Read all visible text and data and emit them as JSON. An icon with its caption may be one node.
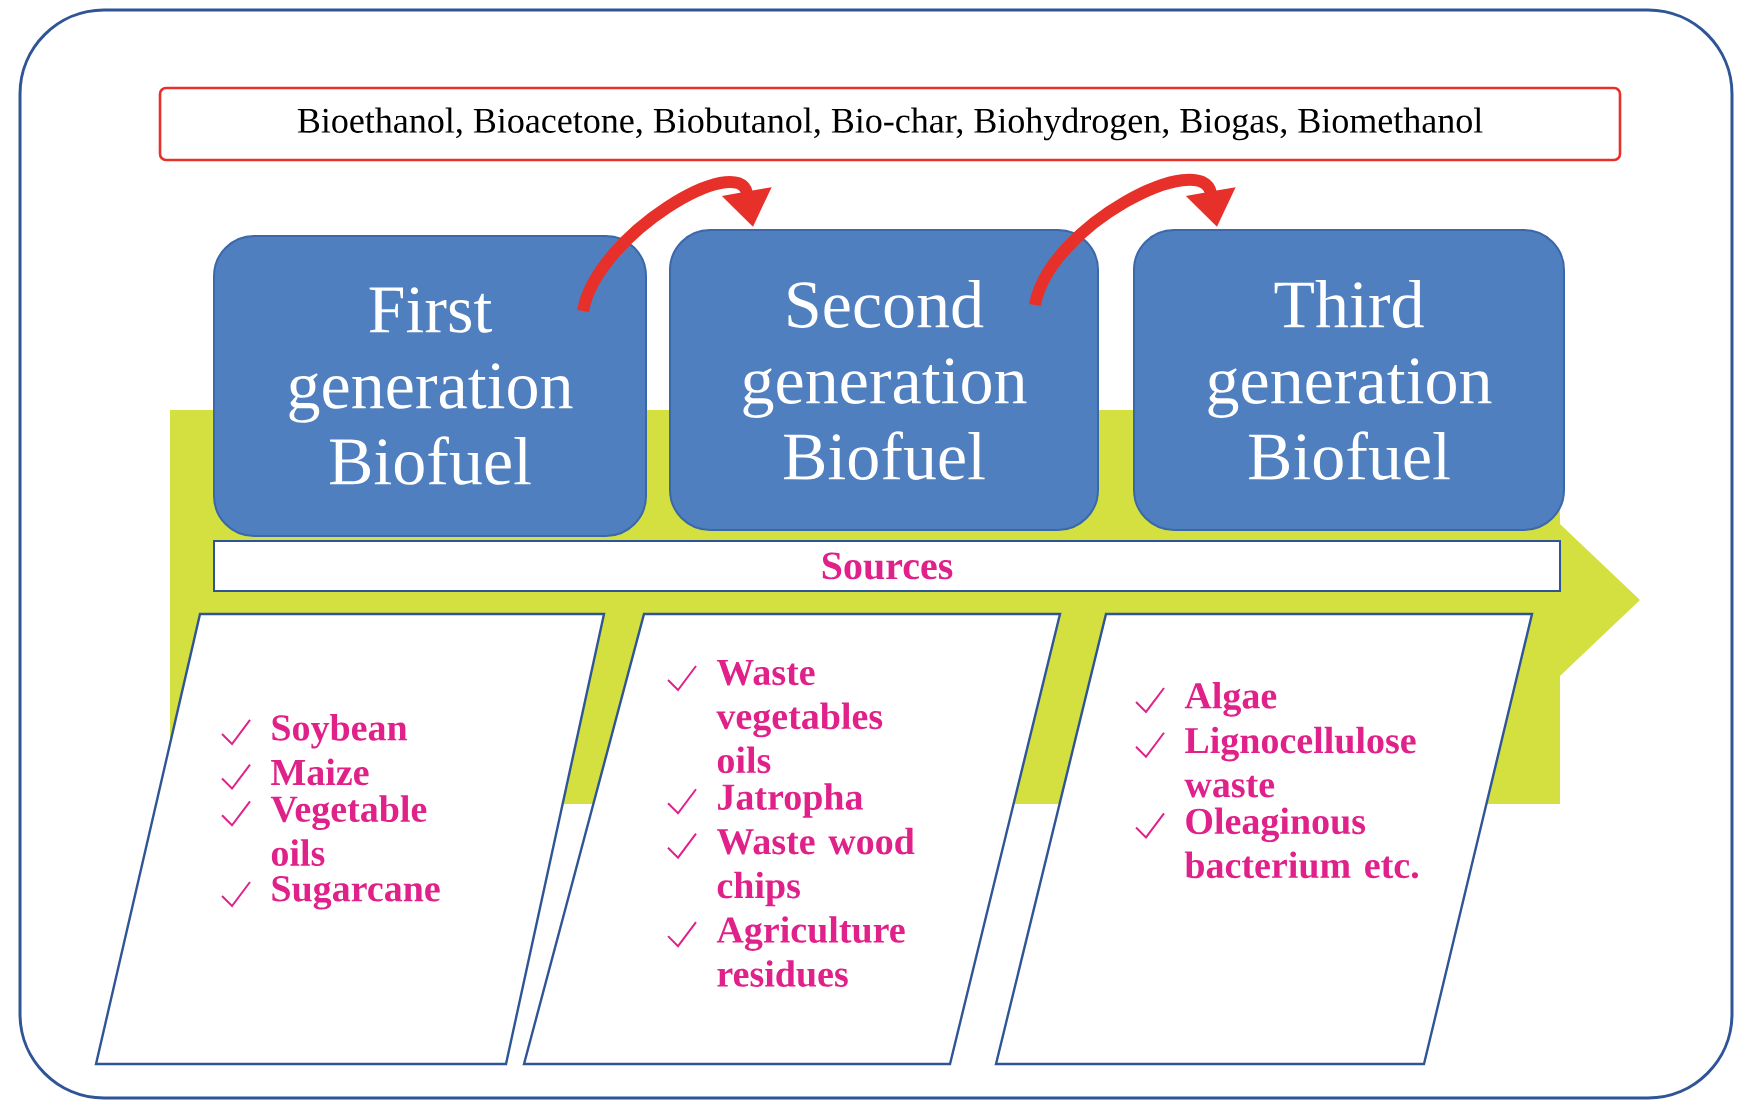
{
  "diagram": {
    "nodes": [
      {
        "text": [
          "Bioethanol, Bioacetone, Biobutanol, Bio-char, Biohydrogen, Biogas, Biomethanol"
        ]
      },
      {
        "text": [
          "First generation Biofuel"
        ]
      },
      {
        "text": [
          "Second generation Biofuel"
        ]
      },
      {
        "text": [
          "Third generation Biofuel"
        ]
      },
      {
        "text": [
          "Sources"
        ]
      },
      {
        "text": [
          "Soybean",
          "Maize",
          "Vegetable oils",
          "Sugarcane"
        ]
      },
      {
        "text": [
          "Waste vegetables oils",
          "Jatropha",
          "Waste wood chips",
          "Agriculture residues"
        ]
      },
      {
        "text": [
          "Algae",
          "Lignocellulose waste",
          "Oleaginous bacterium etc."
        ]
      }
    ],
    "edges": [
      {
        "from": 1,
        "to": 2,
        "arrow": "to"
      },
      {
        "from": 2,
        "to": 3,
        "arrow": "to"
      }
    ]
  }
}
